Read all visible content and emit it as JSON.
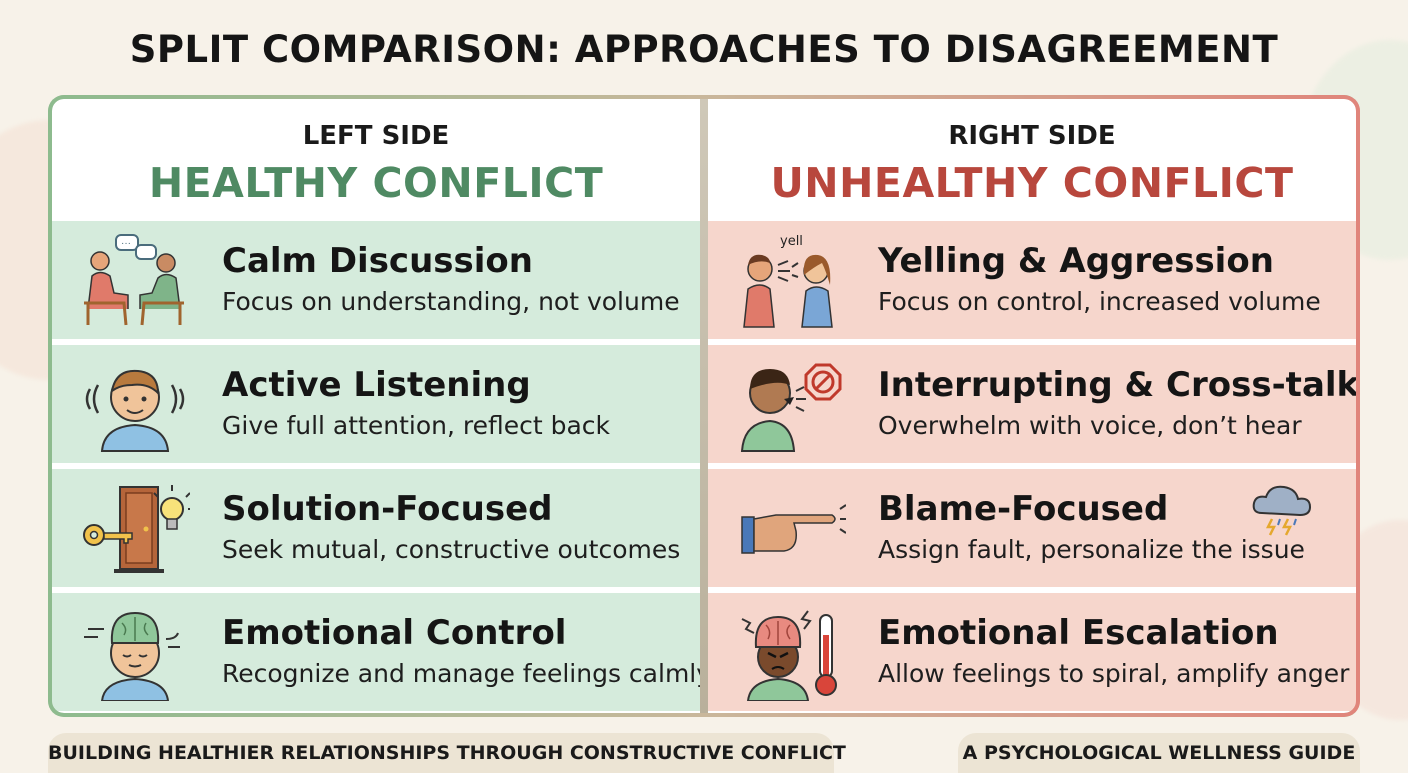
{
  "title": "SPLIT COMPARISON: APPROACHES TO DISAGREEMENT",
  "left": {
    "label": "LEFT SIDE",
    "heading": "HEALTHY CONFLICT",
    "accent": "#4f8a63",
    "items": [
      {
        "title": "Calm Discussion",
        "desc": "Focus on understanding, not volume",
        "icon": "two-people-talking-icon"
      },
      {
        "title": "Active Listening",
        "desc": "Give full attention, reflect back",
        "icon": "listening-person-icon"
      },
      {
        "title": "Solution-Focused",
        "desc": "Seek mutual, constructive outcomes",
        "icon": "key-door-lightbulb-icon"
      },
      {
        "title": "Emotional Control",
        "desc": "Recognize and manage feelings calmly",
        "icon": "calm-brain-person-icon"
      }
    ]
  },
  "right": {
    "label": "RIGHT SIDE",
    "heading": "UNHEALTHY CONFLICT",
    "accent": "#b8473d",
    "items": [
      {
        "title": "Yelling & Aggression",
        "desc": "Focus on control, increased volume",
        "icon": "people-yelling-icon",
        "icon_text": "yell"
      },
      {
        "title": "Interrupting & Cross-talk",
        "desc": "Overwhelm with voice, don’t hear",
        "icon": "interrupting-person-icon"
      },
      {
        "title": "Blame-Focused",
        "desc": "Assign fault, personalize the issue",
        "icon": "pointing-finger-storm-icon"
      },
      {
        "title": "Emotional Escalation",
        "desc": "Allow feelings to spiral, amplify anger",
        "icon": "angry-brain-thermometer-icon"
      }
    ]
  },
  "footer": {
    "left": "BUILDING HEALTHIER RELATIONSHIPS THROUGH CONSTRUCTIVE CONFLICT",
    "right": "A PSYCHOLOGICAL WELLNESS GUIDE"
  }
}
